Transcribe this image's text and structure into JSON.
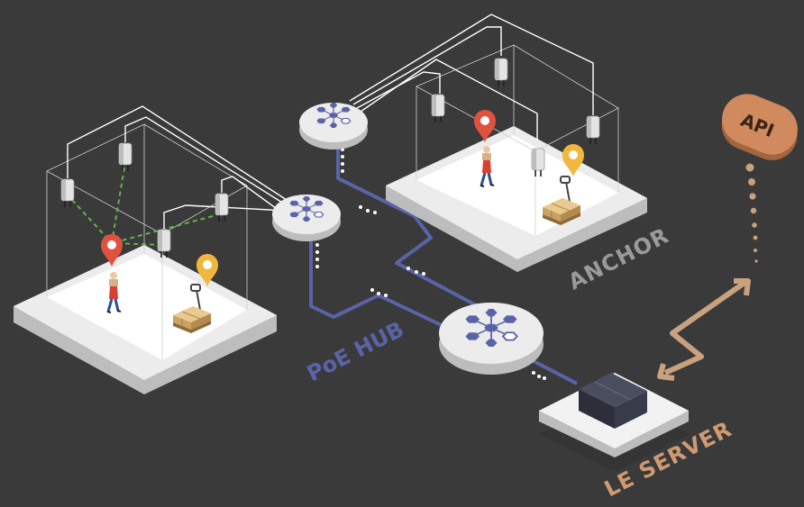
{
  "labels": {
    "anchor": "ANCHOR",
    "poe_hub": "PoE HUB",
    "le_server": "LE SERVER",
    "api": "API"
  },
  "colors": {
    "background": "#3a3a3a",
    "poe_cable": "#5a63a8",
    "anchor_label": "#9a9a9a",
    "server_label": "#cf9a72",
    "api_badge": "#d08a5e",
    "api_arrow": "#c9a17e",
    "tracking_link": "#5fb54a",
    "tag_pin_red": "#e0523d",
    "tag_pin_yellow": "#f1b63c"
  },
  "icons": [
    "anchor-device-icon",
    "hub-network-icon",
    "server-box-icon",
    "person-icon",
    "pallet-jack-icon",
    "location-pin-icon"
  ]
}
